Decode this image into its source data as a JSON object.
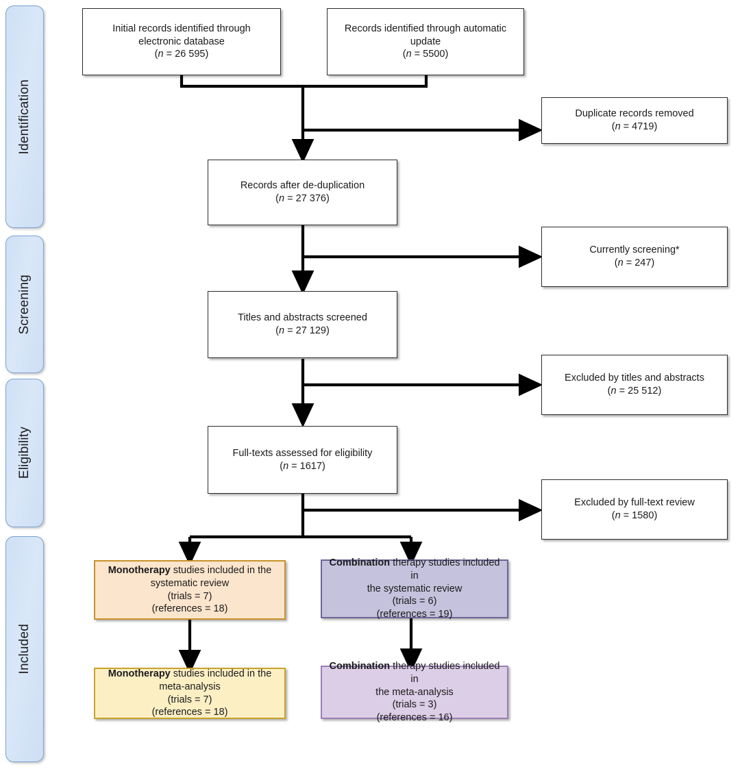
{
  "diagram": {
    "type": "prisma-flow-diagram",
    "title": "PRISMA study selection flow diagram",
    "footnote_marker": "*"
  },
  "colors": {
    "stage_tab_fill": "#d6e4f7",
    "stage_tab_border": "#7ba2cf",
    "node_border": "#2b2b2b",
    "node_fill": "#ffffff",
    "mono_sr_fill": "#fce5cd",
    "mono_sr_border": "#c8922a",
    "comb_sr_fill": "#c5c2dd",
    "comb_sr_border": "#6b6597",
    "mono_ma_fill": "#fdefc4",
    "mono_ma_border": "#c8a22a",
    "comb_ma_fill": "#ddcee7",
    "comb_ma_border": "#9a7fb5",
    "arrow": "#000000"
  },
  "stages": [
    {
      "id": "identification",
      "label": "Identification"
    },
    {
      "id": "screening",
      "label": "Screening"
    },
    {
      "id": "eligibility",
      "label": "Eligibility"
    },
    {
      "id": "included",
      "label": "Included"
    }
  ],
  "nodes": {
    "initial_records": {
      "line1": "Initial records identified through",
      "line2": "electronic database",
      "count_label": "n",
      "count_value": "26 595",
      "count_text": "(n = 26 595)"
    },
    "automatic_update": {
      "line1": "Records identified through automatic",
      "line2": "update",
      "count_label": "n",
      "count_value": "5500",
      "count_text": "(n = 5500)"
    },
    "duplicates_removed": {
      "line1": "Duplicate records removed",
      "count_label": "n",
      "count_value": "4719",
      "count_text": "(n = 4719)"
    },
    "after_dedup": {
      "line1": "Records after de-duplication",
      "count_label": "n",
      "count_value": "27 376",
      "count_text": "(n = 27 376)"
    },
    "currently_screening": {
      "line1": "Currently screening*",
      "count_label": "n",
      "count_value": "247",
      "count_text": "(n = 247)"
    },
    "titles_screened": {
      "line1": "Titles and abstracts screened",
      "count_label": "n",
      "count_value": "27 129",
      "count_text": "(n = 27 129)"
    },
    "excluded_titles": {
      "line1": "Excluded by titles and abstracts",
      "count_label": "n",
      "count_value": "25 512",
      "count_text": "(n = 25 512)"
    },
    "fulltext_assessed": {
      "line1": "Full-texts assessed for eligibility",
      "count_label": "n",
      "count_value": "1617",
      "count_text": "(n = 1617)"
    },
    "excluded_fulltext": {
      "line1": "Excluded by full-text review",
      "count_label": "n",
      "count_value": "1580",
      "count_text": "(n = 1580)"
    },
    "mono_systematic_review": {
      "bold": "Monotherapy",
      "rest": " studies included in the",
      "line2": "systematic review",
      "trials_text": "(trials = 7)",
      "references_text": "(references = 18)",
      "trials": 7,
      "references": 18
    },
    "combination_systematic_review": {
      "bold": "Combination",
      "rest": " therapy studies included in",
      "line2": "the systematic review",
      "trials_text": "(trials = 6)",
      "references_text": "(references = 19)",
      "trials": 6,
      "references": 19
    },
    "mono_meta_analysis": {
      "bold": "Monotherapy",
      "rest": " studies included in the",
      "line2": "meta-analysis",
      "trials_text": "(trials = 7)",
      "references_text": "(references = 18)",
      "trials": 7,
      "references": 18
    },
    "combination_meta_analysis": {
      "bold": "Combination",
      "rest": " therapy studies included in",
      "line2": "the meta-analysis",
      "trials_text": "(trials = 3)",
      "references_text": "(references = 16)",
      "trials": 3,
      "references": 16
    }
  }
}
